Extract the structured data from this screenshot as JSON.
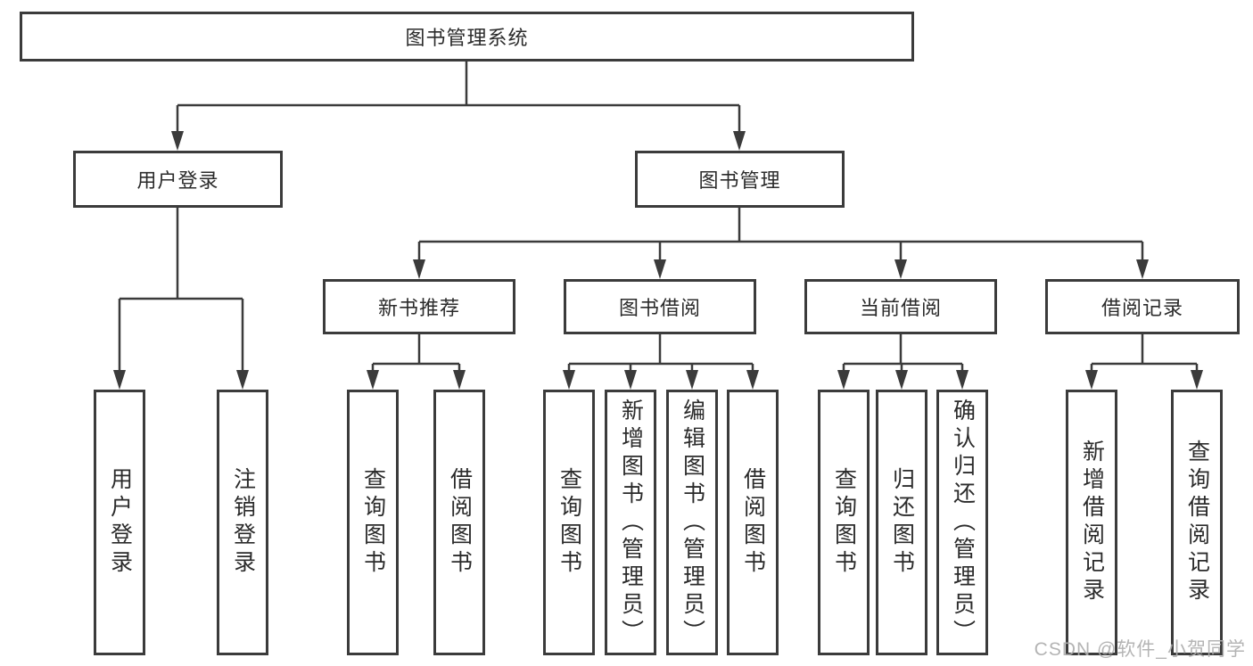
{
  "diagram": {
    "root": {
      "label": "图书管理系统"
    },
    "level2": [
      {
        "label": "用户登录"
      },
      {
        "label": "图书管理"
      }
    ],
    "level3": [
      {
        "label": "新书推荐"
      },
      {
        "label": "图书借阅"
      },
      {
        "label": "当前借阅"
      },
      {
        "label": "借阅记录"
      }
    ],
    "leaves": {
      "user_login": [
        {
          "label": "用户登录"
        },
        {
          "label": "注销登录"
        }
      ],
      "new_books": [
        {
          "label": "查询图书"
        },
        {
          "label": "借阅图书"
        }
      ],
      "book_borrow": [
        {
          "label": "查询图书"
        },
        {
          "label": "新增图书（管理员）"
        },
        {
          "label": "编辑图书（管理员）"
        },
        {
          "label": "借阅图书"
        }
      ],
      "current_borrow": [
        {
          "label": "查询图书"
        },
        {
          "label": "归还图书"
        },
        {
          "label": "确认归还（管理员）"
        }
      ],
      "borrow_records": [
        {
          "label": "新增借阅记录"
        },
        {
          "label": "查询借阅记录"
        }
      ]
    },
    "watermark": "CSDN @软件_小贺同学",
    "colors": {
      "line": "#3b3b3b",
      "text": "#2b2b2b",
      "watermark": "#aeaeae",
      "background": "#ffffff"
    }
  }
}
